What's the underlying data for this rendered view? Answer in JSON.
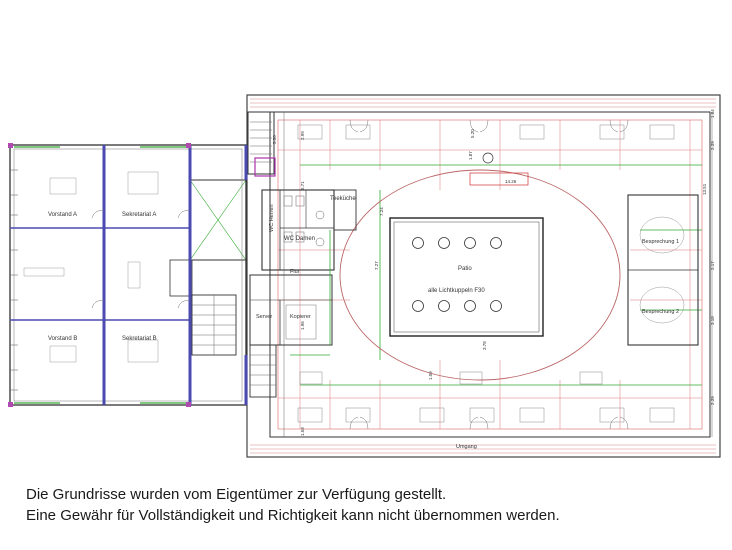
{
  "plan": {
    "rooms": {
      "vorstand_a": "Vorstand A",
      "sekretariat_a": "Sekretariat A",
      "vorstand_b": "Vorstand B",
      "sekretariat_b": "Sekretariat B",
      "wc_herren": "WC Herren",
      "wc_damen": "WC Damen",
      "teekueche": "Teeküche",
      "flur": "Flur",
      "server": "Server",
      "kopierer": "Kopierer",
      "patio": "Patio",
      "lichtkuppeln": "alle Lichtkuppeln F30",
      "besprechung_1": "Besprechung 1",
      "besprechung_2": "Besprechung 2",
      "umgang": "Umgang"
    },
    "dimensions": {
      "d_558": "5.58",
      "d_299": "2.99",
      "d_187": "1.87",
      "d_520": "5.20",
      "d_184": "1.84",
      "d_239_a": "2.39",
      "d_571": "5.71",
      "d_724": "7.24",
      "d_727": "7.27",
      "d_217": "2.17",
      "d_196": "1.96",
      "d_109": "1.09",
      "d_318": "3.18",
      "d_239_b": "2.39",
      "d_158": "1.58",
      "d_1426": "14.26",
      "d_378": "3.78",
      "d_1351": "13.51"
    }
  },
  "caption": {
    "line1": "Die Grundrisse wurden vom Eigentümer zur Verfügung gestellt.",
    "line2": "Eine Gewähr für Vollständigkeit und Richtigkeit kann nicht übernommen werden."
  }
}
